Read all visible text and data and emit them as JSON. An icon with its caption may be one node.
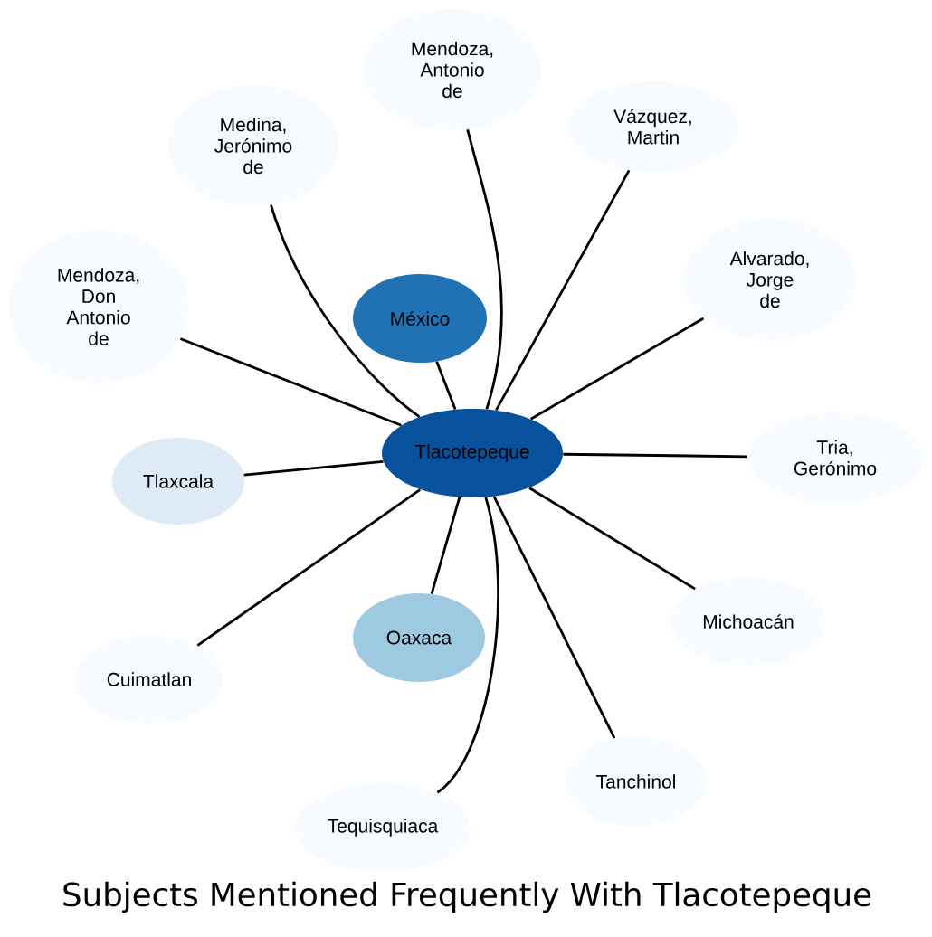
{
  "diagram": {
    "title": "Subjects Mentioned Frequently With Tlacotepeque",
    "nodes": [
      {
        "text": [
          "Tlacotepeque"
        ]
      },
      {
        "text": [
          "Mendoza, Antonio de"
        ]
      },
      {
        "text": [
          "Vázquez, Martin"
        ]
      },
      {
        "text": [
          "Medina, Jerónimo de"
        ]
      },
      {
        "text": [
          "Alvarado, Jorge de"
        ]
      },
      {
        "text": [
          "Mendoza, Don Antonio de"
        ]
      },
      {
        "text": [
          "México"
        ]
      },
      {
        "text": [
          "Tria, Gerónimo"
        ]
      },
      {
        "text": [
          "Tlaxcala"
        ]
      },
      {
        "text": [
          "Michoacán"
        ]
      },
      {
        "text": [
          "Oaxaca"
        ]
      },
      {
        "text": [
          "Cuimatlan"
        ]
      },
      {
        "text": [
          "Tanchinol"
        ]
      },
      {
        "text": [
          "Tequisquiaca"
        ]
      }
    ],
    "edges": [
      {
        "from": 0,
        "to": 1,
        "arrow": "none"
      },
      {
        "from": 0,
        "to": 2,
        "arrow": "none"
      },
      {
        "from": 0,
        "to": 3,
        "arrow": "none"
      },
      {
        "from": 0,
        "to": 4,
        "arrow": "none"
      },
      {
        "from": 0,
        "to": 5,
        "arrow": "none"
      },
      {
        "from": 0,
        "to": 6,
        "arrow": "none"
      },
      {
        "from": 0,
        "to": 7,
        "arrow": "none"
      },
      {
        "from": 0,
        "to": 8,
        "arrow": "none"
      },
      {
        "from": 0,
        "to": 9,
        "arrow": "none"
      },
      {
        "from": 0,
        "to": 10,
        "arrow": "none"
      },
      {
        "from": 0,
        "to": 11,
        "arrow": "none"
      },
      {
        "from": 0,
        "to": 12,
        "arrow": "none"
      },
      {
        "from": 0,
        "to": 13,
        "arrow": "none"
      }
    ]
  }
}
